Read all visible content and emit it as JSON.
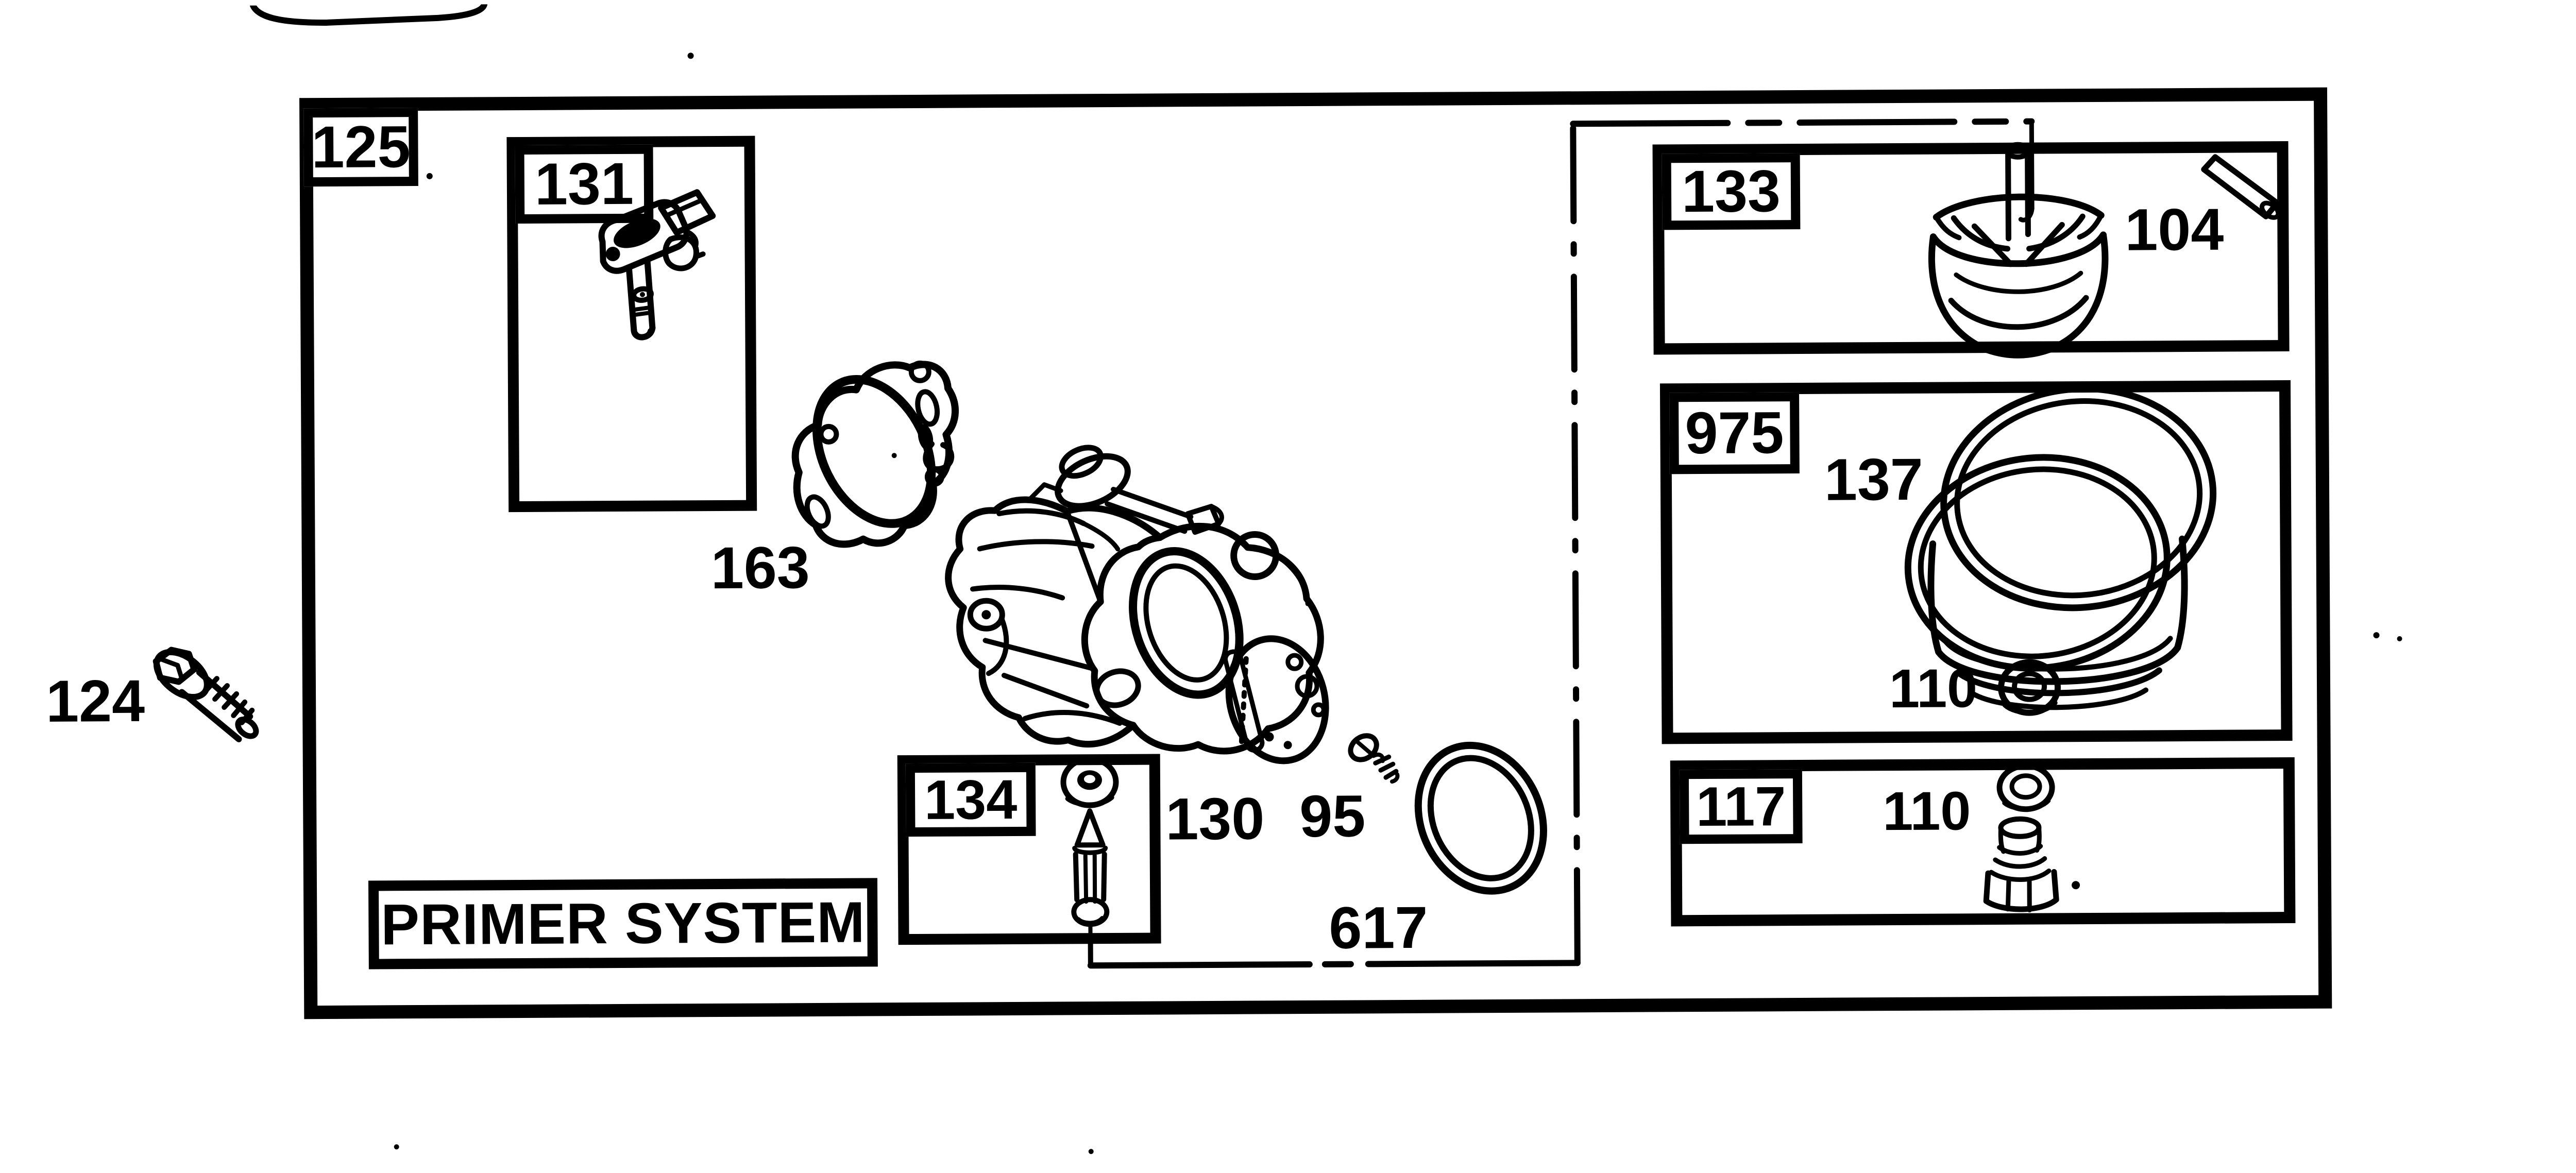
{
  "diagram": {
    "title_label": "PRIMER SYSTEM",
    "group_callout": "125",
    "boxes": {
      "throttle": {
        "label": "131"
      },
      "needle_seat": {
        "label": "134"
      },
      "cup": {
        "label": "133"
      },
      "bowl": {
        "label": "975"
      },
      "plug": {
        "label": "117"
      }
    },
    "callouts": {
      "gasket": "163",
      "mount_bolt": "124",
      "diaphragm_plate": "130",
      "screw": "95",
      "o_ring": "617",
      "pin": "104",
      "bowl_gasket": "137",
      "bowl_washer": "110",
      "plug_washer": "110"
    }
  }
}
